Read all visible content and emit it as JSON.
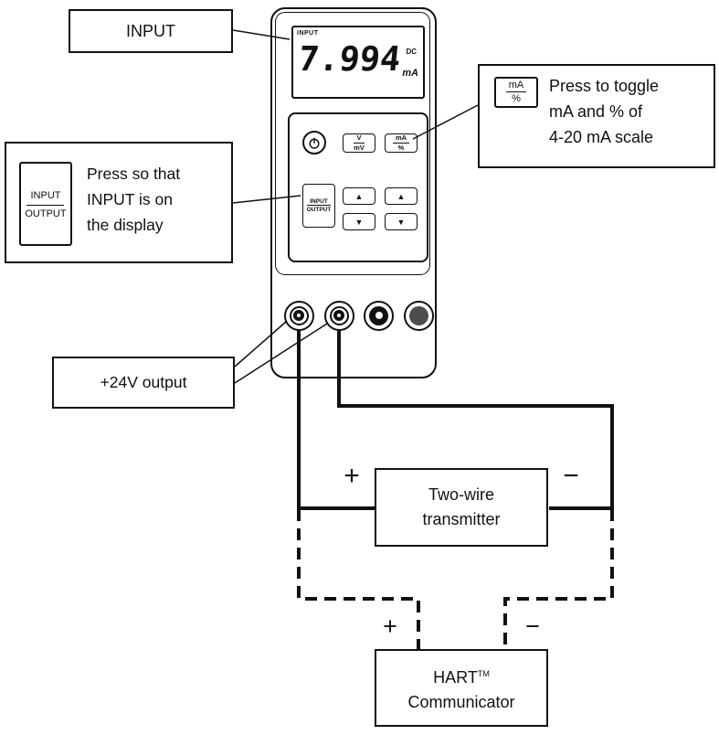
{
  "colors": {
    "ink": "#111111",
    "jack4_fill": "#4d4d4d"
  },
  "device": {
    "display": {
      "input_indicator": "INPUT",
      "value": "7.994",
      "dc_indicator": "DC",
      "unit": "mA"
    },
    "buttons": {
      "v_mv": {
        "top": "V",
        "bottom": "mV"
      },
      "ma_pct": {
        "top": "mA",
        "bottom": "%"
      },
      "input_output": {
        "top": "INPUT",
        "bottom": "OUTPUT"
      },
      "up_arrow": "▲",
      "down_arrow": "▼"
    }
  },
  "callouts": {
    "input_box": {
      "label": "INPUT"
    },
    "io_box": {
      "icon": {
        "top": "INPUT",
        "bottom": "OUTPUT"
      },
      "lines": [
        "Press so that",
        "INPUT is on",
        "the display"
      ]
    },
    "ma_box": {
      "icon": {
        "top": "mA",
        "bottom": "%"
      },
      "lines": [
        "Press to toggle",
        "mA and % of",
        "4-20 mA scale"
      ]
    },
    "v24_box": {
      "label": "+24V output"
    }
  },
  "transmitter": {
    "lines": [
      "Two-wire",
      "transmitter"
    ],
    "plus": "+",
    "minus": "−"
  },
  "hart": {
    "name": "HART",
    "tm": "TM",
    "line2": "Communicator",
    "plus": "+",
    "minus": "−"
  }
}
